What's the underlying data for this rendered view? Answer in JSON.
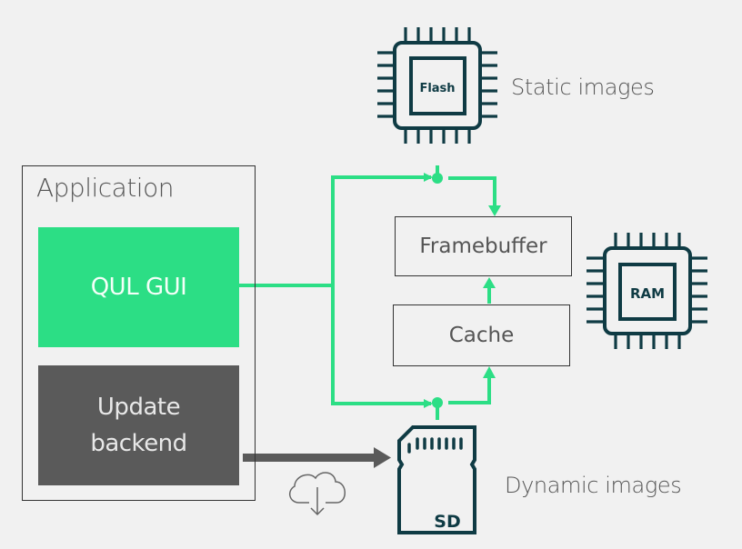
{
  "application": {
    "title": "Application",
    "qul_gui": "QUL GUI",
    "update_backend": [
      "Update",
      "backend"
    ]
  },
  "memory": {
    "flash_chip_label": "Flash",
    "ram_chip_label": "RAM",
    "sd_card_label": "SD",
    "static_images": "Static images",
    "dynamic_images": "Dynamic images"
  },
  "buffers": {
    "framebuffer": "Framebuffer",
    "cache": "Cache"
  },
  "icons": {
    "flash": "chip-icon",
    "ram": "chip-icon",
    "sd": "sd-card-icon",
    "cloud": "cloud-download-icon"
  },
  "colors": {
    "accent_green": "#2cde85",
    "dark_gray": "#5a5a5a",
    "chip_teal": "#0f3b44",
    "background": "#f1f1f1",
    "outline": "#333333"
  }
}
